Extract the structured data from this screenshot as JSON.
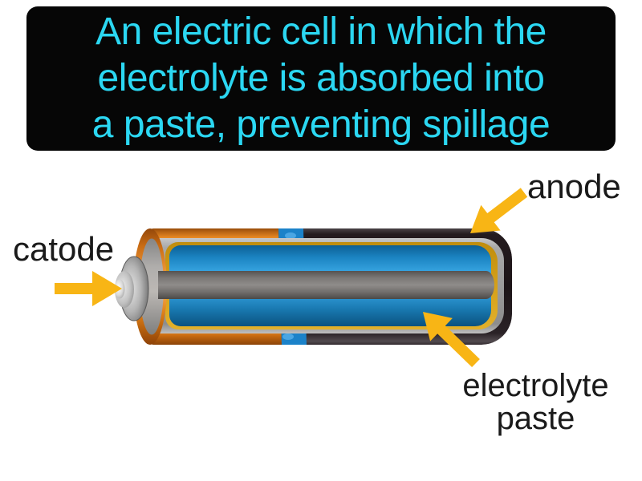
{
  "title_box": {
    "lines": [
      "An electric cell in which the",
      "electrolyte is absorbed into",
      "a paste, preventing spillage"
    ]
  },
  "labels": {
    "cathode": "catode",
    "anode": "anode",
    "electrolyte_paste_line1": "electrolyte",
    "electrolyte_paste_line2": "paste"
  },
  "colors": {
    "title-bg": "#060606",
    "title-text": "#2bd7f2",
    "label-text": "#1a1a1a",
    "arrow": "#f8b515",
    "wrapper-orange": "#e2821f",
    "wrapper-black": "#241b1e",
    "wrapper-blue": "#1b82c9",
    "zinc-gray": "#a3a3a3",
    "separator-gold": "#d4a01a",
    "electrolyte-blue": "#2d9ede",
    "rod-gray": "#8a8786"
  }
}
